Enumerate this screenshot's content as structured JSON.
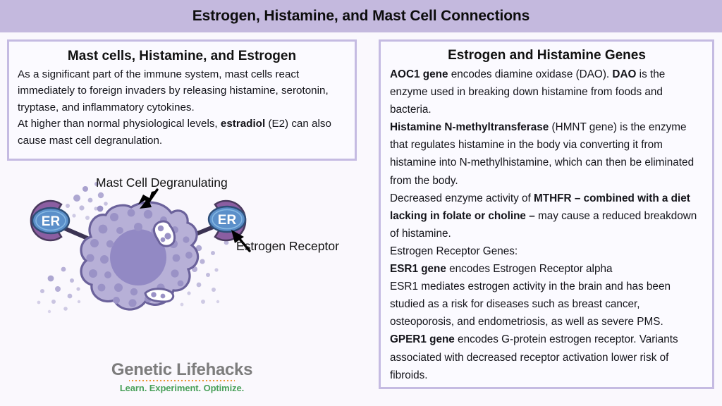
{
  "header": {
    "title": "Estrogen, Histamine, and Mast Cell Connections",
    "background_color": "#c4b9de"
  },
  "left_panel": {
    "title": "Mast cells, Histamine, and Estrogen",
    "paragraphs": [
      {
        "runs": [
          {
            "text": "As a significant part of the immune system, mast cells react immediately to foreign invaders by releasing histamine, serotonin, tryptase, and inflammatory cytokines.",
            "bold": false
          }
        ]
      },
      {
        "runs": [
          {
            "text": "At higher than normal physiological levels, ",
            "bold": false
          },
          {
            "text": "estradiol",
            "bold": true
          },
          {
            "text": " (E2) can also cause mast cell degranulation.",
            "bold": false
          }
        ]
      }
    ]
  },
  "right_panel": {
    "title": "Estrogen and Histamine Genes",
    "paragraphs": [
      {
        "runs": [
          {
            "text": "AOC1 gene",
            "bold": true
          },
          {
            "text": " encodes diamine oxidase (DAO). ",
            "bold": false
          },
          {
            "text": "DAO",
            "bold": true
          },
          {
            "text": " is the enzyme used in breaking down histamine from foods and bacteria.",
            "bold": false
          }
        ]
      },
      {
        "runs": [
          {
            "text": "Histamine N-methyltransferase",
            "bold": true
          },
          {
            "text": " (HMNT gene) is the enzyme that regulates histamine in the body via converting it from histamine into N-methylhistamine, which can then be eliminated from the body.",
            "bold": false
          }
        ]
      },
      {
        "runs": [
          {
            "text": "Decreased enzyme activity of ",
            "bold": false
          },
          {
            "text": "MTHFR – combined with a diet lacking in folate or choline –",
            "bold": true
          },
          {
            "text": " may cause a reduced breakdown of histamine.",
            "bold": false
          }
        ]
      },
      {
        "runs": [
          {
            "text": "Estrogen Receptor Genes:",
            "bold": false
          }
        ]
      },
      {
        "runs": [
          {
            "text": "ESR1 gene",
            "bold": true
          },
          {
            "text": " encodes Estrogen Receptor alpha",
            "bold": false
          }
        ]
      },
      {
        "runs": [
          {
            "text": "ESR1 mediates estrogen activity in the brain and has been studied as a risk for diseases such as breast cancer, osteoporosis, and endometriosis, as well as severe PMS.",
            "bold": false
          }
        ]
      },
      {
        "runs": [
          {
            "text": "GPER1 gene",
            "bold": true
          },
          {
            "text": " encodes G-protein estrogen receptor. Variants associated with decreased receptor activation lower risk of fibroids.",
            "bold": false
          }
        ]
      }
    ]
  },
  "diagram": {
    "mast_cell_label": "Mast Cell Degranulating",
    "estrogen_receptor_label": "Estrogen Receptor",
    "receptor_badge_text": "ER",
    "colors": {
      "cell_fill": "#b7b0d7",
      "cell_stroke": "#6b629b",
      "nucleus": "#9289c4",
      "granule": "#9a92c6",
      "receptor_claw": "#8b5ea1",
      "receptor_claw_stroke": "#4a3a5e",
      "receptor_badge": "#5b8fc9",
      "receptor_stem": "#3b3353",
      "histamine_particle": "#9a92c6"
    }
  },
  "logo": {
    "name": "Genetic Lifehacks",
    "tagline": "Learn. Experiment. Optimize.",
    "name_color": "#7c7c7c",
    "tagline_color": "#49a05a",
    "divider_color": "#e8932f"
  }
}
